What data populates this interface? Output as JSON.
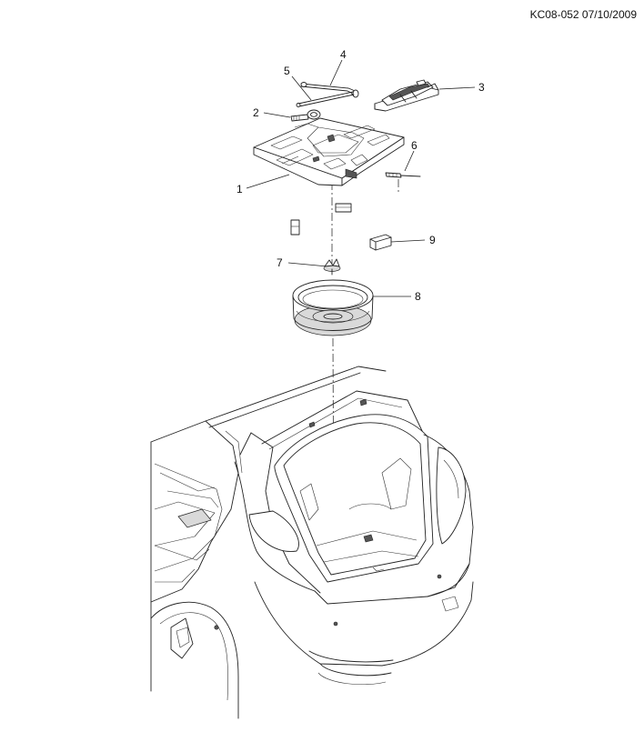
{
  "document_id": "KC08-052 07/10/2009",
  "callouts": [
    {
      "label": "1"
    },
    {
      "label": "2"
    },
    {
      "label": "3"
    },
    {
      "label": "4"
    },
    {
      "label": "5"
    },
    {
      "label": "6"
    },
    {
      "label": "7"
    },
    {
      "label": "8"
    },
    {
      "label": "9"
    }
  ],
  "colors": {
    "line": "#222222",
    "background": "#ffffff",
    "shade": "#d9d9d9"
  }
}
